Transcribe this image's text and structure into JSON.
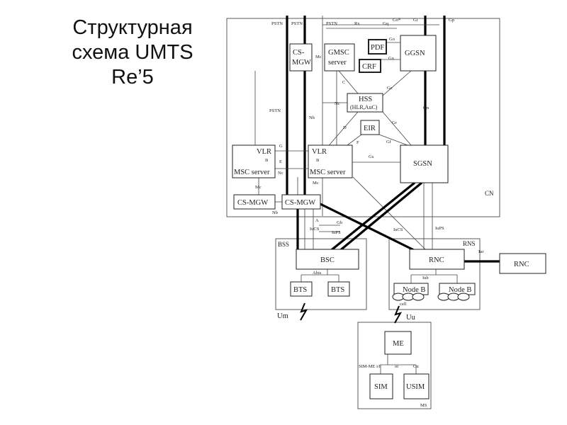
{
  "title": {
    "line1": "Структурная",
    "line2": "схема UMTS",
    "line3": "Re’5"
  },
  "areas": {
    "cn": "CN",
    "bss": "BSS",
    "rns": "RNS",
    "ms": "MS"
  },
  "nodes": {
    "cs_mgw_top_1": "CS-",
    "cs_mgw_top_2": "MGW",
    "gmsc_1": "GMSC",
    "gmsc_2": "server",
    "pdf": "PDF",
    "crf": "CRF",
    "ggsn": "GGSN",
    "hss_1": "HSS",
    "hss_2": "(HLR,AuC)",
    "eir": "EIR",
    "vlr_left": "VLR",
    "b_left": "B",
    "msc_left": "MSC server",
    "vlr_mid": "VLR",
    "b_mid": "B",
    "msc_mid": "MSC server",
    "sgsn": "SGSN",
    "cs_mgw_left": "CS-MGW",
    "cs_mgw_mid": "CS-MGW",
    "bsc": "BSC",
    "rnc": "RNC",
    "rnc_ext": "RNC",
    "bts_1": "BTS",
    "bts_2": "BTS",
    "node_b_1": "Node B",
    "node_b_2": "Node B",
    "me": "ME",
    "sim": "SIM",
    "usim": "USIM"
  },
  "interfaces": {
    "pstn_1": "PSTN",
    "pstn_2": "PSTN",
    "pstn_3": "PSTN",
    "pstn_left": "PSTN",
    "rx": "Rx",
    "gq": "Gq",
    "go_star": "Go*",
    "gi": "Gi",
    "gp": "Gp",
    "go": "Go",
    "gx": "Gx",
    "mc_top": "Mc",
    "c": "C",
    "gc": "Gc",
    "nc": "Nc",
    "nb_top": "Nb",
    "gn": "Gn",
    "d": "D",
    "gr": "Gr",
    "f": "F",
    "gf": "Gf",
    "g": "G",
    "e": "E",
    "nc2": "Nc",
    "gs": "Gs",
    "mc_mid": "Mc",
    "mc_left": "Mc",
    "nb_bottom": "Nb",
    "a": "A",
    "gb": "Gb",
    "iucs": "IuCS",
    "iups": "IuPS",
    "iucs2": "IuCS",
    "iups2": "IuPS",
    "iur": "Iur",
    "abis": "Abis",
    "iub": "Iub",
    "cell": "cell",
    "um": "Um",
    "uu": "Uu",
    "sim_me": "SIM-ME i/f",
    "or": "or",
    "cu": "Cu"
  }
}
